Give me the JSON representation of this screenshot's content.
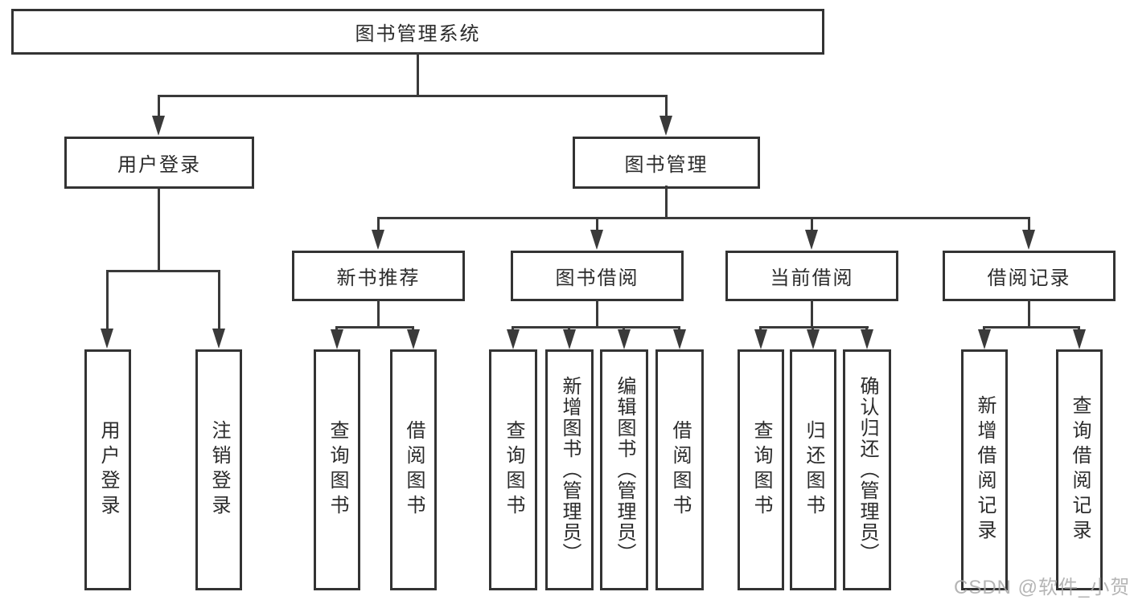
{
  "diagram": {
    "root": {
      "label": "图书管理系统"
    },
    "level2": {
      "user_login": {
        "label": "用户登录"
      },
      "book_management": {
        "label": "图书管理"
      }
    },
    "level3": {
      "new_book_recommend": {
        "label": "新书推荐"
      },
      "book_borrowing": {
        "label": "图书借阅"
      },
      "current_borrowing": {
        "label": "当前借阅"
      },
      "borrowing_records": {
        "label": "借阅记录"
      }
    },
    "leaves": {
      "user_login": {
        "label": "用户登录"
      },
      "logout": {
        "label": "注销登录"
      },
      "recommend_query_books": {
        "label": "查询图书"
      },
      "recommend_borrow_books": {
        "label": "借阅图书"
      },
      "borrowing_query_books": {
        "label": "查询图书"
      },
      "borrowing_add_books": {
        "label": "新增图书（管理员）"
      },
      "borrowing_edit_books": {
        "label": "编辑图书（管理员）"
      },
      "borrowing_borrow_books": {
        "label": "借阅图书"
      },
      "current_query_books": {
        "label": "查询图书"
      },
      "current_return_books": {
        "label": "归还图书"
      },
      "current_confirm_return": {
        "label": "确认归还（管理员）"
      },
      "records_add_record": {
        "label": "新增借阅记录"
      },
      "records_query_record": {
        "label": "查询借阅记录"
      }
    }
  },
  "watermark": {
    "text": "CSDN @软件_小贺同学"
  },
  "colors": {
    "line": "#3a3a3a",
    "box_border": "#333333",
    "text": "#2b2b2b",
    "watermark": "#a9a9a9",
    "background": "#ffffff"
  }
}
